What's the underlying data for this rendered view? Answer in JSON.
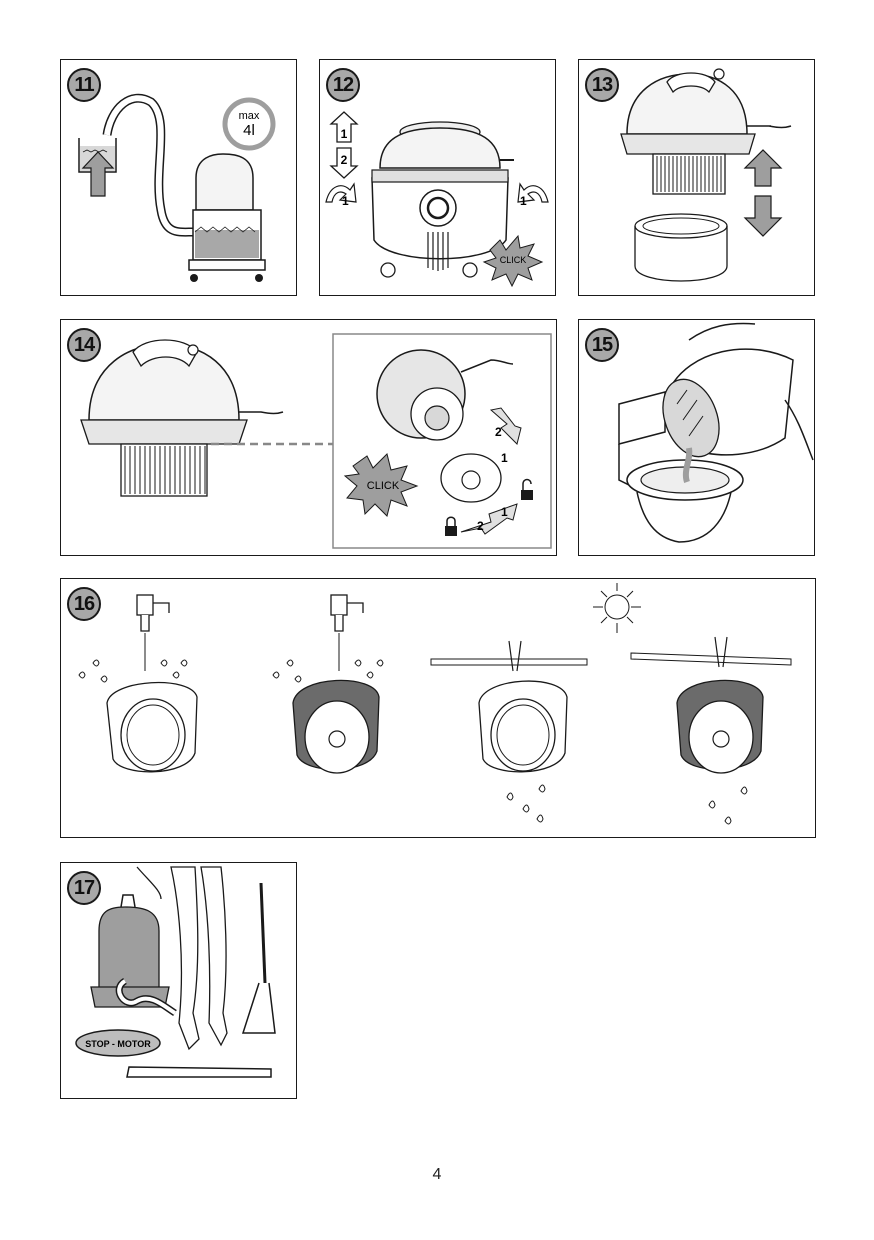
{
  "steps": [
    {
      "number": "11",
      "labels": {
        "max": "max",
        "volume": "4l"
      }
    },
    {
      "number": "12",
      "labels": {
        "arrow_up": "1",
        "arrow_down": "2",
        "left_clip": "1",
        "right_clip": "1",
        "click": "CLICK"
      }
    },
    {
      "number": "13"
    },
    {
      "number": "14",
      "labels": {
        "click": "CLICK",
        "rotate_top_1": "2",
        "rotate_top_2": "1",
        "rotate_bottom_1": "1",
        "rotate_bottom_2": "2"
      }
    },
    {
      "number": "15"
    },
    {
      "number": "16"
    },
    {
      "number": "17",
      "labels": {
        "stop_motor": "STOP - MOTOR"
      }
    }
  ],
  "page": {
    "number": "4"
  },
  "colors": {
    "line": "#1a1a1a",
    "badge_fill": "#a8a8a8",
    "gray_fill": "#9e9e9e",
    "light_fill": "#d8d8d8"
  }
}
